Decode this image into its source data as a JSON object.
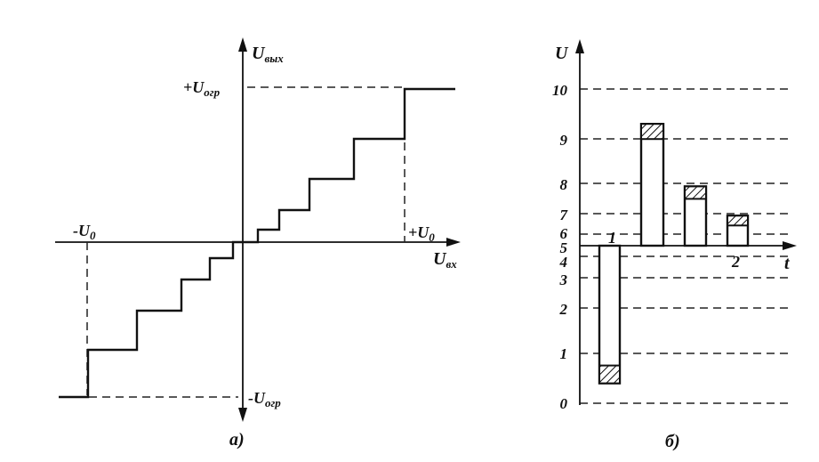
{
  "diagram_a": {
    "caption": "а)",
    "y_axis_label": "U",
    "y_axis_sub": "вых",
    "x_axis_label": "U",
    "x_axis_sub": "вх",
    "pos_sat_label": "+U",
    "pos_sat_sub": "огр",
    "neg_sat_label": "-U",
    "neg_sat_sub": "огр",
    "pos_u0_label": "+U",
    "pos_u0_sub": "0",
    "neg_u0_label": "-U",
    "neg_u0_sub": "0"
  },
  "diagram_b": {
    "caption": "б)",
    "y_axis_label": "U",
    "t_axis_label": "t",
    "levels": [
      "0",
      "1",
      "2",
      "3",
      "4",
      "5",
      "6",
      "7",
      "8",
      "9",
      "10"
    ],
    "pulse_labels": [
      "1",
      "2"
    ],
    "pulses": [
      {
        "name": "pulse-1",
        "from": 5,
        "to": 0.4
      },
      {
        "name": "pulse-2",
        "from": 5,
        "to": 9.3
      },
      {
        "name": "pulse-3",
        "from": 5,
        "to": 7.9
      },
      {
        "name": "pulse-4",
        "from": 5,
        "to": 6.9
      }
    ]
  }
}
